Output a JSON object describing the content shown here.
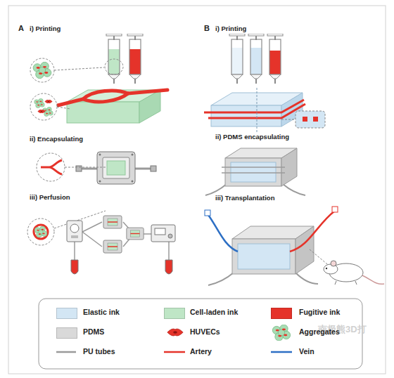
{
  "diagram": {
    "labels": [
      "A",
      "i) Printing",
      "ii) Encapsulating",
      "iii) Perfusion",
      "B",
      "i) Printing",
      "ii) PDMS encapsulating",
      "iii) Transplantation",
      "南极熊3D打"
    ],
    "legend": [
      {
        "text": "Elastic ink",
        "color": "#d3e6f4"
      },
      {
        "text": "Cell-laden ink",
        "color": "#bfe6c6"
      },
      {
        "text": "Fugitive ink",
        "color": "#e5332a"
      },
      {
        "text": "PDMS",
        "color": "#d9d9d9"
      },
      {
        "text": "HUVECs"
      },
      {
        "text": "Aggregates"
      },
      {
        "text": "PU tubes"
      },
      {
        "text": "Artery"
      },
      {
        "text": "Vein"
      }
    ]
  }
}
